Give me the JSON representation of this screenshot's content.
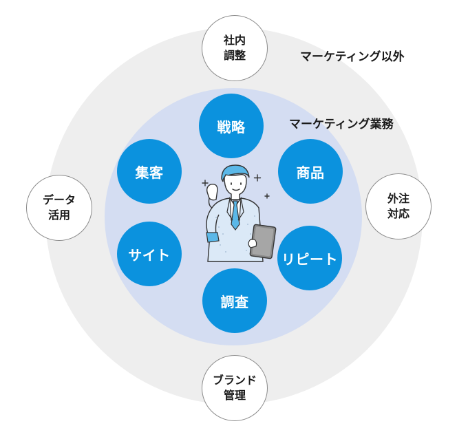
{
  "outer_label": "マーケティング以外",
  "inner_label": "マーケティング業務",
  "inner_nodes": {
    "top": "戦略",
    "upper_right": "商品",
    "lower_right": "リピート",
    "bottom": "調査",
    "lower_left": "サイト",
    "upper_left": "集客"
  },
  "outer_nodes": {
    "top": {
      "line1": "社内",
      "line2": "調整"
    },
    "right": {
      "line1": "外注",
      "line2": "対応"
    },
    "bottom": {
      "line1": "ブランド",
      "line2": "管理"
    },
    "left": {
      "line1": "データ",
      "line2": "活用"
    }
  },
  "colors": {
    "outer_ring": "#eeeeee",
    "inner_ring": "#d4ddf2",
    "node_blue": "#0b92de",
    "accent_light_blue": "#5bb8e8"
  },
  "illustration": "businessman-fist-pump-with-tablet"
}
